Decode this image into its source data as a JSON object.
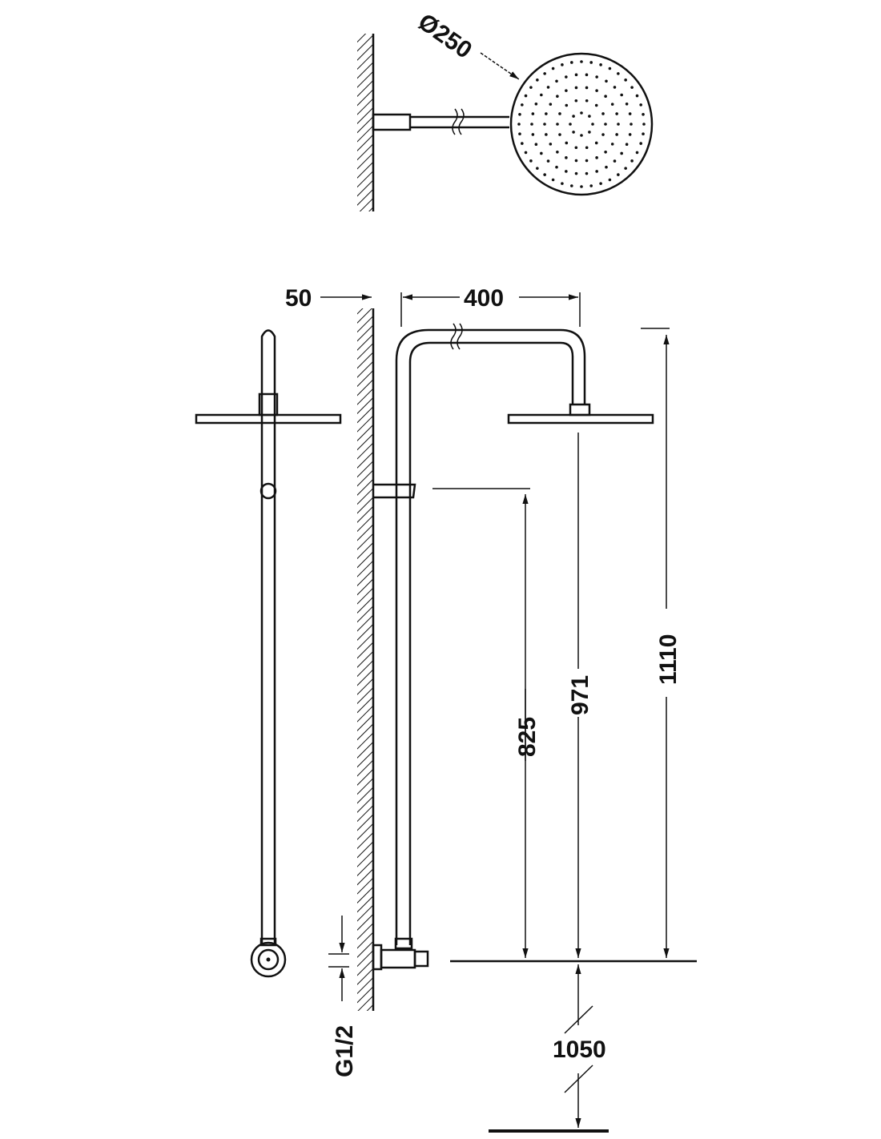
{
  "diagram": {
    "top_view": {
      "diameter_label": "Ø250"
    },
    "front_view": {
      "wall_offset_label": "50",
      "arm_length_label": "400",
      "slider_height_label": "825",
      "head_height_label": "971",
      "total_height_label": "1110",
      "inlet_height_label": "1050",
      "connection_label": "G1/2"
    },
    "colors": {
      "line": "#111111",
      "background": "#ffffff"
    }
  }
}
